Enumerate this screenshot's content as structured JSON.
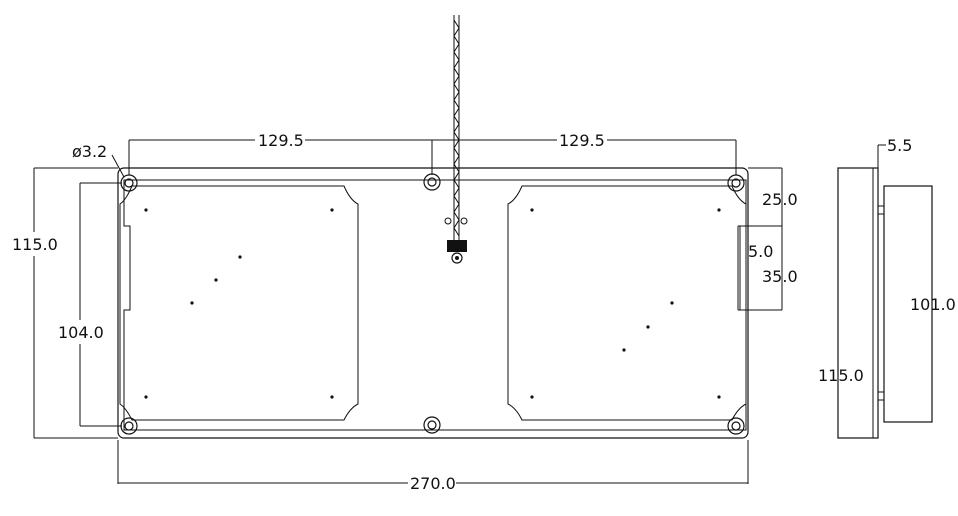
{
  "dimensions": {
    "hole_diameter": "ø3.2",
    "left_hole_spacing": "129.5",
    "right_hole_spacing": "129.5",
    "overall_height": "115.0",
    "inner_height": "104.0",
    "overall_width": "270.0",
    "top_hole_offset": "25.0",
    "notch_depth": "5.0",
    "notch_height": "35.0",
    "side_thickness": "5.5",
    "side_inner_height": "101.0",
    "side_overall_height": "115.0"
  }
}
